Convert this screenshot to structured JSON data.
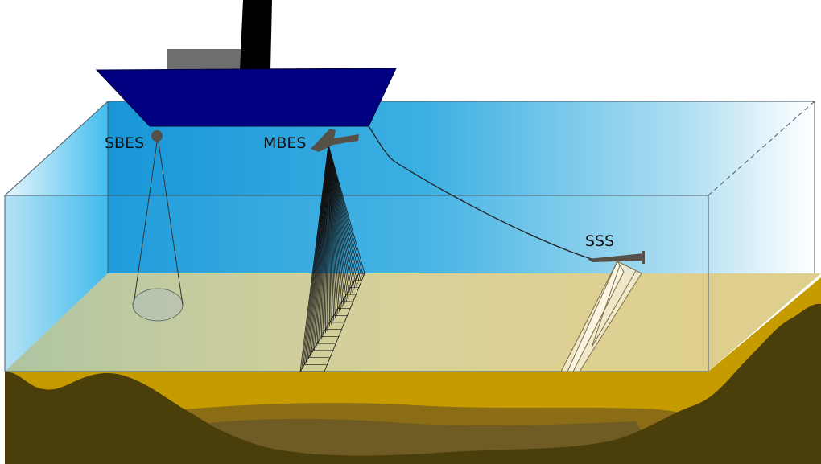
{
  "labels": {
    "sbes": "SBES",
    "mbes": "MBES",
    "sss": "SSS"
  },
  "colors": {
    "hull": "#000080",
    "funnel": "#000000",
    "cabin": "#6e6e6e",
    "water_deep": "#1493d6",
    "water_light": "#ffffff",
    "seabed_surface": "#decf8e",
    "sediment_upper": "#c69b00",
    "sediment_mid": "#8a6d14",
    "sediment_lower": "#6f5b24",
    "bedrock": "#4a3e0b",
    "instrument": "#555048",
    "sss_swath": "#f3ead0"
  },
  "icons": [
    "sbes-transducer-icon",
    "mbes-transducer-icon",
    "sss-towfish-icon"
  ]
}
